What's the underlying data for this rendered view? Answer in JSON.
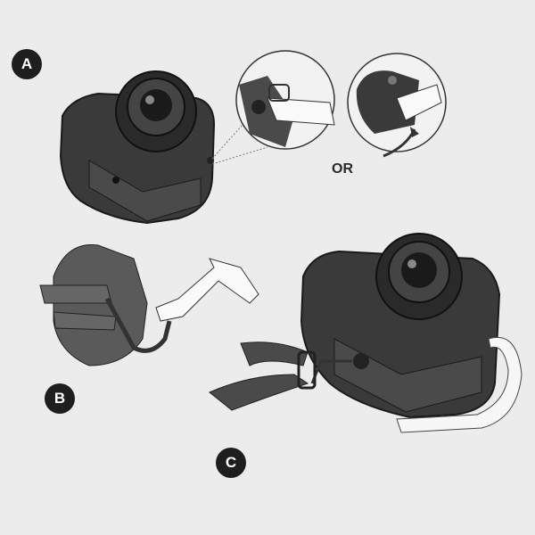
{
  "steps": {
    "a": "A",
    "b": "B",
    "c": "C"
  },
  "or_label": "OR",
  "colors": {
    "background": "#ececec",
    "badge": "#1e1e1e",
    "camera": "#3a3a3a",
    "strap": "#f4f4f4"
  }
}
